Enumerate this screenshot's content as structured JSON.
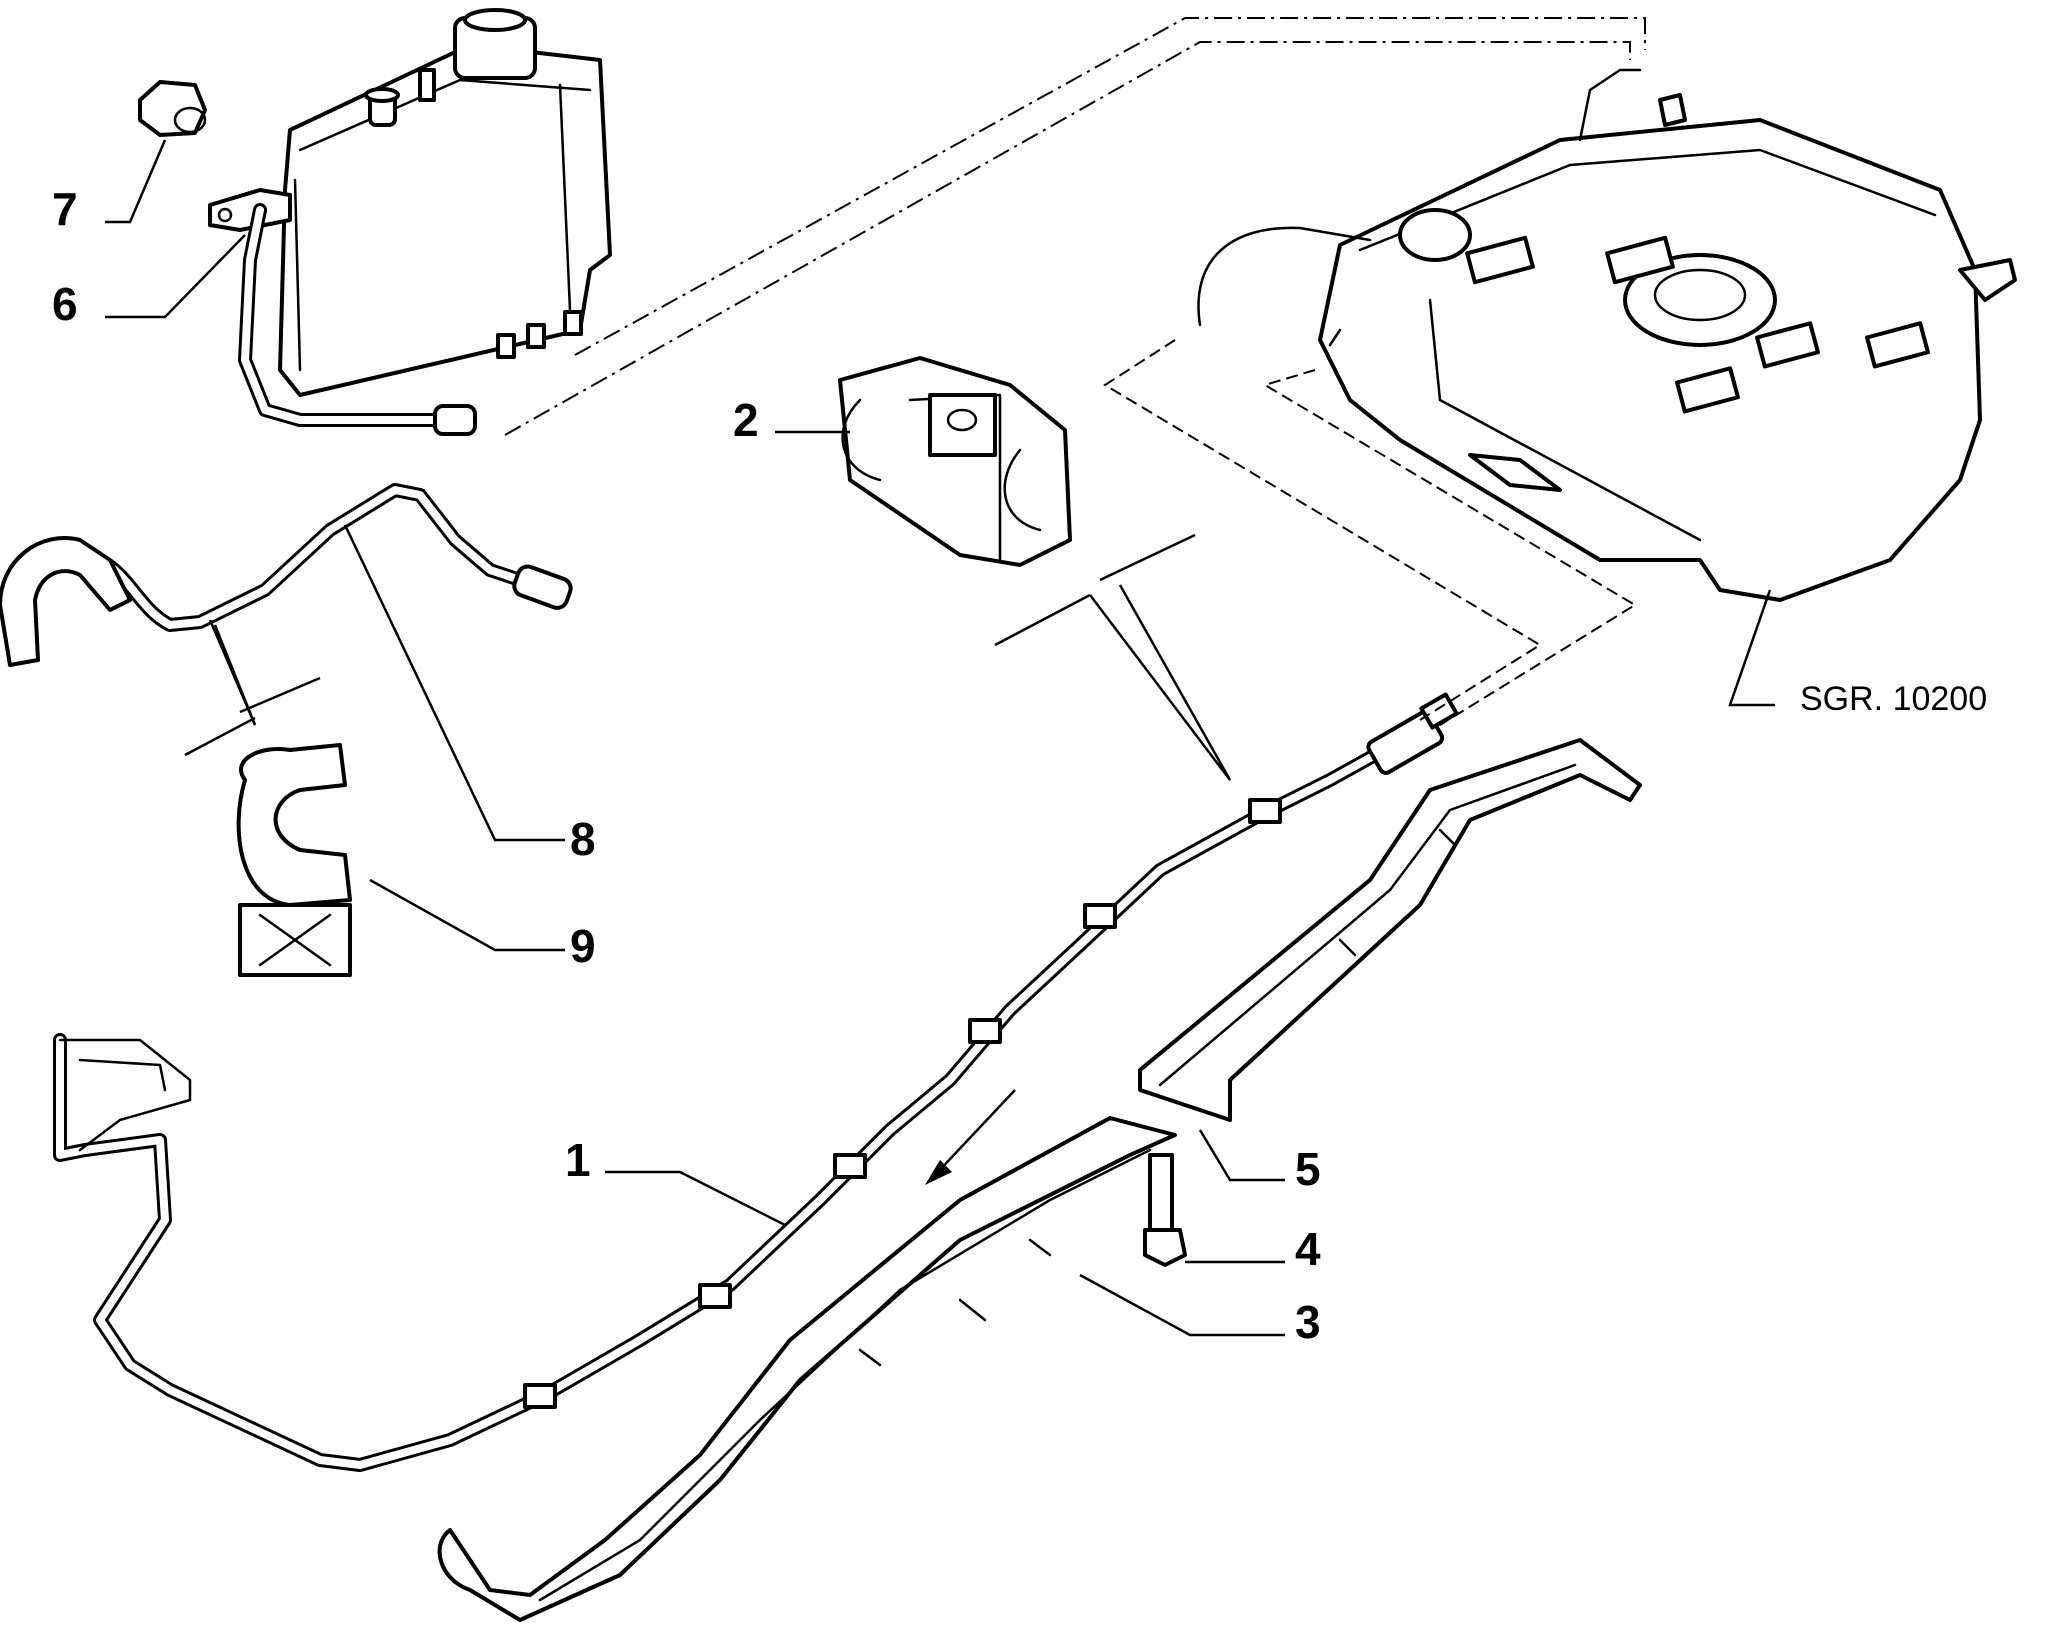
{
  "callouts": [
    {
      "id": "1",
      "label": "1"
    },
    {
      "id": "2",
      "label": "2"
    },
    {
      "id": "3",
      "label": "3"
    },
    {
      "id": "4",
      "label": "4"
    },
    {
      "id": "5",
      "label": "5"
    },
    {
      "id": "6",
      "label": "6"
    },
    {
      "id": "7",
      "label": "7"
    },
    {
      "id": "8",
      "label": "8"
    },
    {
      "id": "9",
      "label": "9"
    }
  ],
  "reference": "SGR. 10200"
}
